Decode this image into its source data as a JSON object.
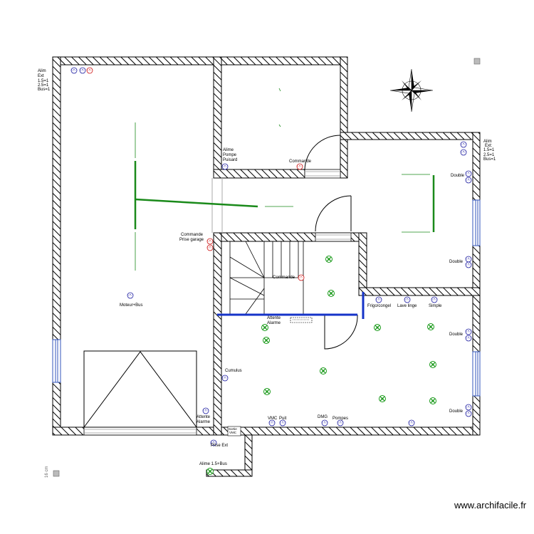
{
  "watermark": "www.archifacile.fr",
  "scale_label": "16 cm",
  "labels": {
    "alim_ext_left": [
      "Alim",
      "Ext",
      "1.5=1",
      "2.5=1",
      "Bus=1"
    ],
    "alim_ext_right": [
      "Alim",
      "Ext:",
      "1.5=1",
      "2.5=1",
      "Bus=1"
    ],
    "alim_pompe": [
      "Alime",
      "Pompe",
      "Puisard"
    ],
    "commande_top": "Commande",
    "commande_garage": [
      "Commande",
      "Prise garage"
    ],
    "commande_stairs": "Commande",
    "moteur_bus": "Moteur+Bus",
    "attente_alarme_mid": [
      "Attente",
      "Alarme"
    ],
    "attente_alarme_bottom": [
      "Attente",
      "Alarme"
    ],
    "cumulus": "Cumulus",
    "frigo": "Frigo/congel",
    "lave_linge": "Lave linge",
    "simple": "Simple",
    "double_1": "Double",
    "double_2": "Double",
    "double_3": "Double",
    "double_4": "Double",
    "vmc": "VMC",
    "puit": "Puit",
    "dmg": "DMG",
    "pompes": "Pompes",
    "prise_ext": "Prise Ext",
    "sortie_vmc": [
      "Sortie",
      "VMC"
    ],
    "alime_bus": "Alime 1.5+Bus"
  },
  "colors": {
    "wall": "#000000",
    "hatch": "#000000",
    "socket": "#1a1aa0",
    "socket_red": "#cc1111",
    "light": "#1a9a1a",
    "green_line": "#1a8a1a",
    "blue_wall": "#1533c8",
    "window": "#3355bb"
  }
}
